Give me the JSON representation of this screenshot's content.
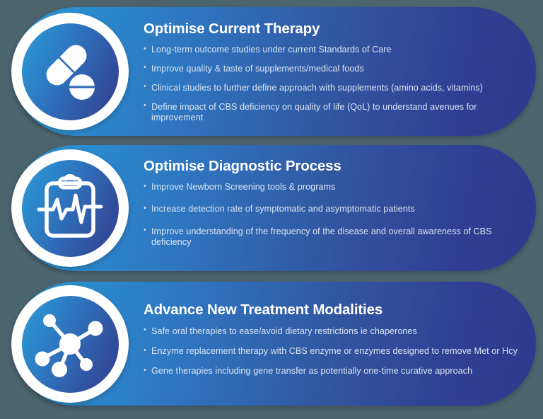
{
  "meta": {
    "background_color": "#4c646e",
    "panel_gradient_start": "#2e9ad6",
    "panel_gradient_end": "#2e3a8e",
    "title_color": "#ffffff",
    "bullet_text_color": "#d9e5f4",
    "badge_ring_color": "#ffffff"
  },
  "panels": [
    {
      "id": "optimise-current-therapy",
      "icon": "pill-capsule-tablet-icon",
      "title": "Optimise Current Therapy",
      "bullets": [
        "Long-term outcome studies under current Standards of Care",
        "Improve quality & taste of supplements/medical foods",
        "Clinical studies to further define approach with supplements (amino acids, vitamins)",
        "Define impact of CBS deficiency on quality of life (QoL) to understand avenues for improvement"
      ]
    },
    {
      "id": "optimise-diagnostic-process",
      "icon": "clipboard-heartbeat-icon",
      "title": "Optimise Diagnostic Process",
      "bullets": [
        "Improve Newborn Screening tools & programs",
        "Increase detection rate of symptomatic and asymptomatic patients",
        "Improve understanding of the frequency of the disease and overall awareness of CBS deficiency"
      ]
    },
    {
      "id": "advance-new-treatment-modalities",
      "icon": "molecule-network-icon",
      "title": "Advance New Treatment Modalities",
      "bullets": [
        "Safe oral therapies to ease/avoid dietary restrictions ie chaperones",
        "Enzyme replacement therapy with CBS enzyme or enzymes designed to remove Met or Hcy",
        "Gene therapies including gene transfer as potentially one-time curative approach"
      ]
    }
  ]
}
